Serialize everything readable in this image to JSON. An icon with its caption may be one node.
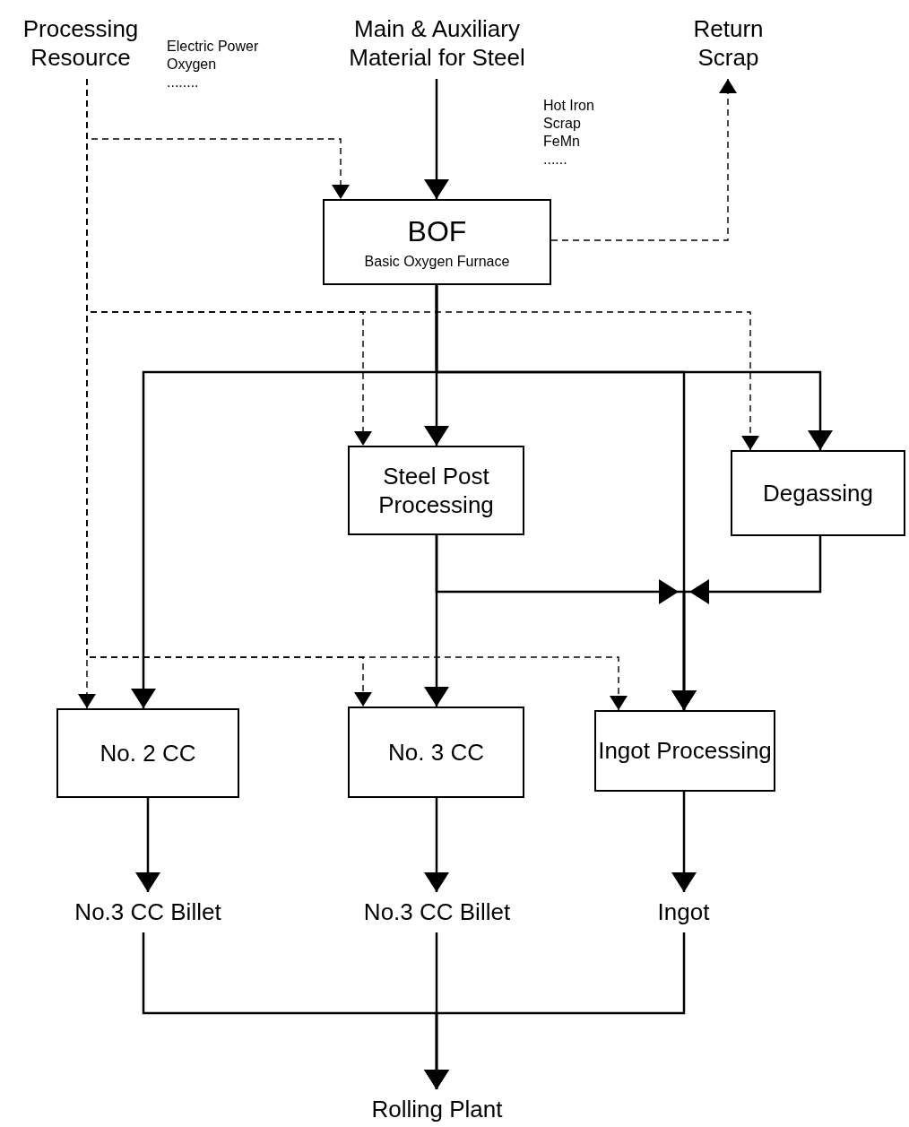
{
  "diagram": {
    "nodes": [
      {
        "text": [
          "Processing Resource"
        ],
        "beside": [
          "Electric Power",
          "Oxygen",
          "........"
        ]
      },
      {
        "text": [
          "Main & Auxiliary Material for Steel"
        ],
        "beside": [
          "Hot Iron",
          "Scrap",
          "FeMn",
          "......"
        ]
      },
      {
        "text": [
          "Return Scrap"
        ]
      },
      {
        "text": [
          "BOF",
          "Basic Oxygen Furnace"
        ]
      },
      {
        "text": [
          "Steel Post Processing"
        ]
      },
      {
        "text": [
          "Degassing"
        ]
      },
      {
        "text": [
          "No. 2 CC"
        ]
      },
      {
        "text": [
          "No. 3 CC"
        ]
      },
      {
        "text": [
          "Ingot Processing"
        ]
      },
      {
        "text": [
          "No.3 CC Billet"
        ]
      },
      {
        "text": [
          "No.3 CC Billet"
        ]
      },
      {
        "text": [
          "Ingot"
        ]
      },
      {
        "text": [
          "Rolling Plant"
        ]
      }
    ],
    "edges": [
      {
        "from": 0,
        "to": 3,
        "arrow": "to",
        "style": "dashed"
      },
      {
        "from": 1,
        "to": 3,
        "arrow": "to"
      },
      {
        "from": 3,
        "to": 2,
        "arrow": "to",
        "style": "dashed"
      },
      {
        "from": 0,
        "to": 4,
        "arrow": "to",
        "style": "dashed"
      },
      {
        "from": 0,
        "to": 5,
        "arrow": "to",
        "style": "dashed"
      },
      {
        "from": 3,
        "to": 6,
        "arrow": "to"
      },
      {
        "from": 3,
        "to": 4,
        "arrow": "to"
      },
      {
        "from": 3,
        "to": 8,
        "arrow": "to"
      },
      {
        "from": 3,
        "to": 5,
        "arrow": "to"
      },
      {
        "from": 4,
        "to": 8,
        "arrow": "to"
      },
      {
        "from": 5,
        "to": 8,
        "arrow": "to"
      },
      {
        "from": 4,
        "to": 7,
        "arrow": "to"
      },
      {
        "from": 0,
        "to": 6,
        "arrow": "to",
        "style": "dashed"
      },
      {
        "from": 0,
        "to": 7,
        "arrow": "to",
        "style": "dashed"
      },
      {
        "from": 0,
        "to": 8,
        "arrow": "to",
        "style": "dashed"
      },
      {
        "from": 6,
        "to": 9,
        "arrow": "to"
      },
      {
        "from": 7,
        "to": 10,
        "arrow": "to"
      },
      {
        "from": 8,
        "to": 11,
        "arrow": "to"
      },
      {
        "from": 9,
        "to": 12,
        "arrow": "to"
      },
      {
        "from": 10,
        "to": 12,
        "arrow": "to"
      },
      {
        "from": 11,
        "to": 12,
        "arrow": "to"
      }
    ]
  }
}
